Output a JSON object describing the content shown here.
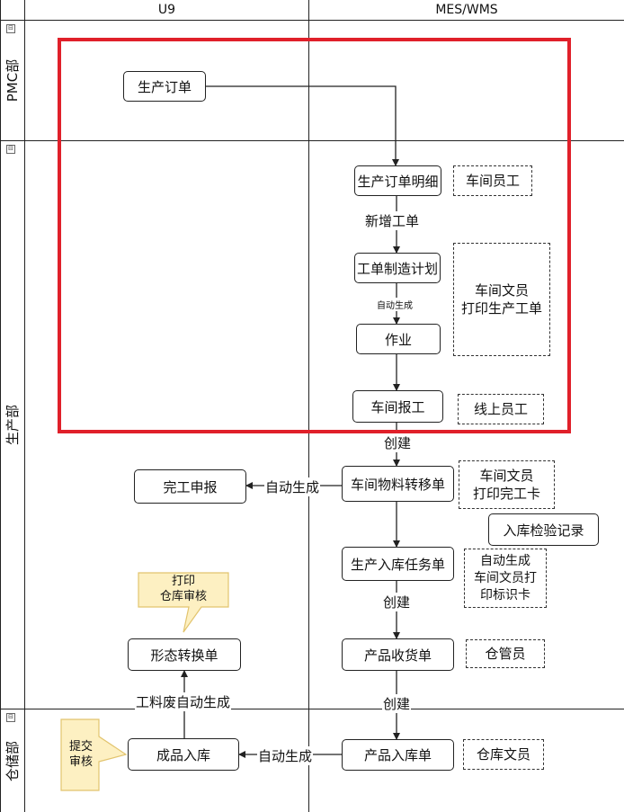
{
  "columns": {
    "u9": "U9",
    "mes": "MES/WMS"
  },
  "lanes": {
    "pmc": "PMC部",
    "production": "生产部",
    "warehouse": "仓储部"
  },
  "collapse_glyph": "⊟",
  "nodes": {
    "production_order": "生产订单",
    "production_order_detail": "生产订单明细",
    "work_order_plan": "工单制造计划",
    "job": "作业",
    "workshop_report": "车间报工",
    "workshop_transfer": "车间物料转移单",
    "completion_report": "完工申报",
    "production_inbound_task": "生产入库任务单",
    "product_receipt": "产品收货单",
    "form_conversion": "形态转换单",
    "finished_inbound": "成品入库",
    "product_inbound": "产品入库单"
  },
  "roles": {
    "workshop_staff": "车间员工",
    "workshop_clerk_print_work_order": "车间文员\n打印生产工单",
    "line_staff": "线上员工",
    "workshop_clerk_print_card": "车间文员\n打印完工卡",
    "inbound_inspection": "入库检验记录",
    "auto_clerk_print_label": "自动生成\n车间文员打\n印标识卡",
    "warehouse_keeper": "仓管员",
    "warehouse_clerk": "仓库文员"
  },
  "edge_labels": {
    "add_work_order": "新增工单",
    "auto_generate_small": "自动生成",
    "create_1": "创建",
    "auto_generate_1": "自动生成",
    "create_2": "创建",
    "create_3": "创建",
    "scrap_auto": "工料废自动生成",
    "auto_generate_2": "自动生成"
  },
  "callouts": {
    "print_review": "打印\n仓库审核",
    "submit_review": "提交\n审核"
  },
  "colors": {
    "highlight": "#e0202a",
    "callout_fill": "#fdf0c2",
    "callout_border": "#e2c46e",
    "line": "#222222"
  }
}
